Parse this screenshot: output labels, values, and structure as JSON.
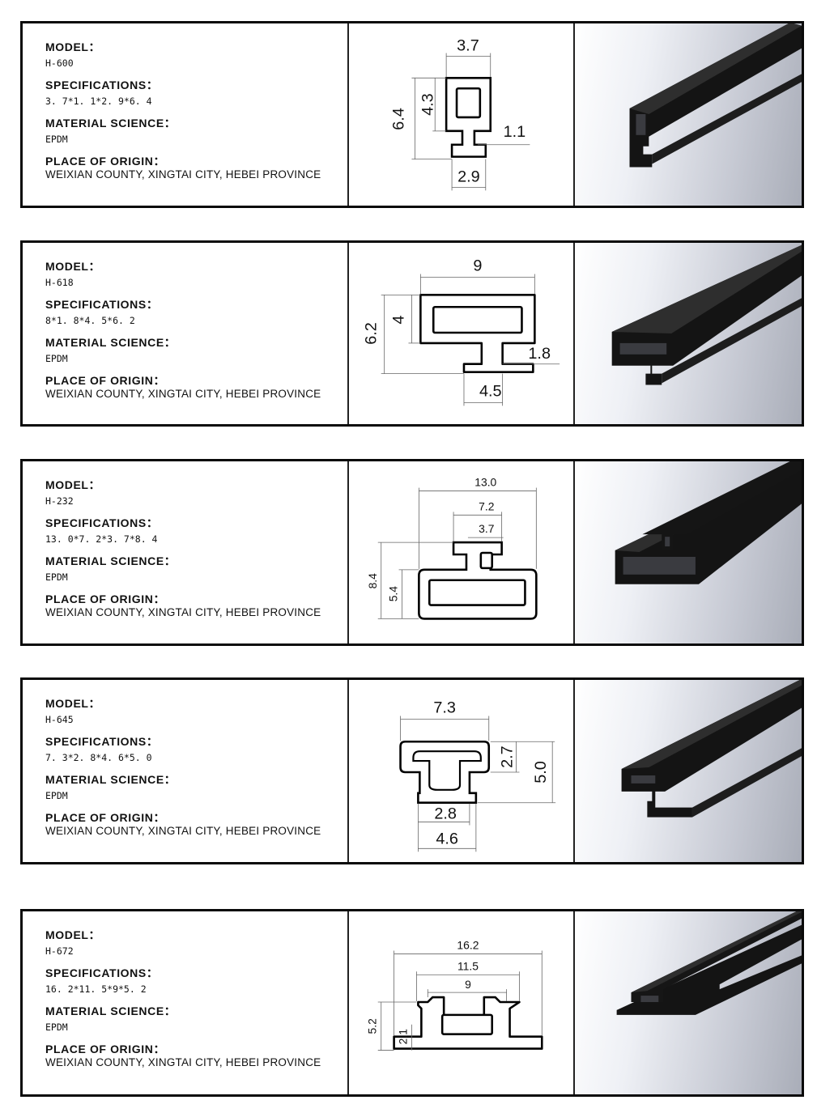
{
  "labels": {
    "model": "MODEL：",
    "specifications": "SPECIFICATIONS：",
    "material": "MATERIAL SCIENCE：",
    "origin": "PLACE OF ORIGIN："
  },
  "products": [
    {
      "model": "H-600",
      "specifications": "3. 7*1. 1*2. 9*6. 4",
      "material": "EPDM",
      "origin": "WEIXIAN COUNTY, XINGTAI CITY, HEBEI PROVINCE",
      "profile_icon": "box-t-seal-profile",
      "dims": [
        "3.7",
        "4.3",
        "6.4",
        "1.1",
        "2.9"
      ]
    },
    {
      "model": "H-618",
      "specifications": "8*1. 8*4. 5*6. 2",
      "material": "EPDM",
      "origin": "WEIXIAN COUNTY, XINGTAI CITY, HEBEI PROVINCE",
      "profile_icon": "wide-box-t-seal-profile",
      "dims": [
        "9",
        "4",
        "6.2",
        "1.8",
        "4.5"
      ]
    },
    {
      "model": "H-232",
      "specifications": "13. 0*7. 2*3. 7*8. 4",
      "material": "EPDM",
      "origin": "WEIXIAN COUNTY, XINGTAI CITY, HEBEI PROVINCE",
      "profile_icon": "inverted-t-box-seal-profile",
      "dims": [
        "13.0",
        "7.2",
        "3.7",
        "8.4",
        "5.4"
      ]
    },
    {
      "model": "H-645",
      "specifications": "7. 3*2. 8*4. 6*5. 0",
      "material": "EPDM",
      "origin": "WEIXIAN COUNTY, XINGTAI CITY, HEBEI PROVINCE",
      "profile_icon": "t-head-seal-profile",
      "dims": [
        "7.3",
        "2.7",
        "5.0",
        "2.8",
        "4.6"
      ]
    },
    {
      "model": "H-672",
      "specifications": "16. 2*11. 5*9*5. 2",
      "material": "EPDM",
      "origin": "WEIXIAN COUNTY, XINGTAI CITY, HEBEI PROVINCE",
      "profile_icon": "flat-base-box-seal-profile",
      "dims": [
        "16.2",
        "11.5",
        "9",
        "5.2",
        "2.1"
      ]
    }
  ]
}
